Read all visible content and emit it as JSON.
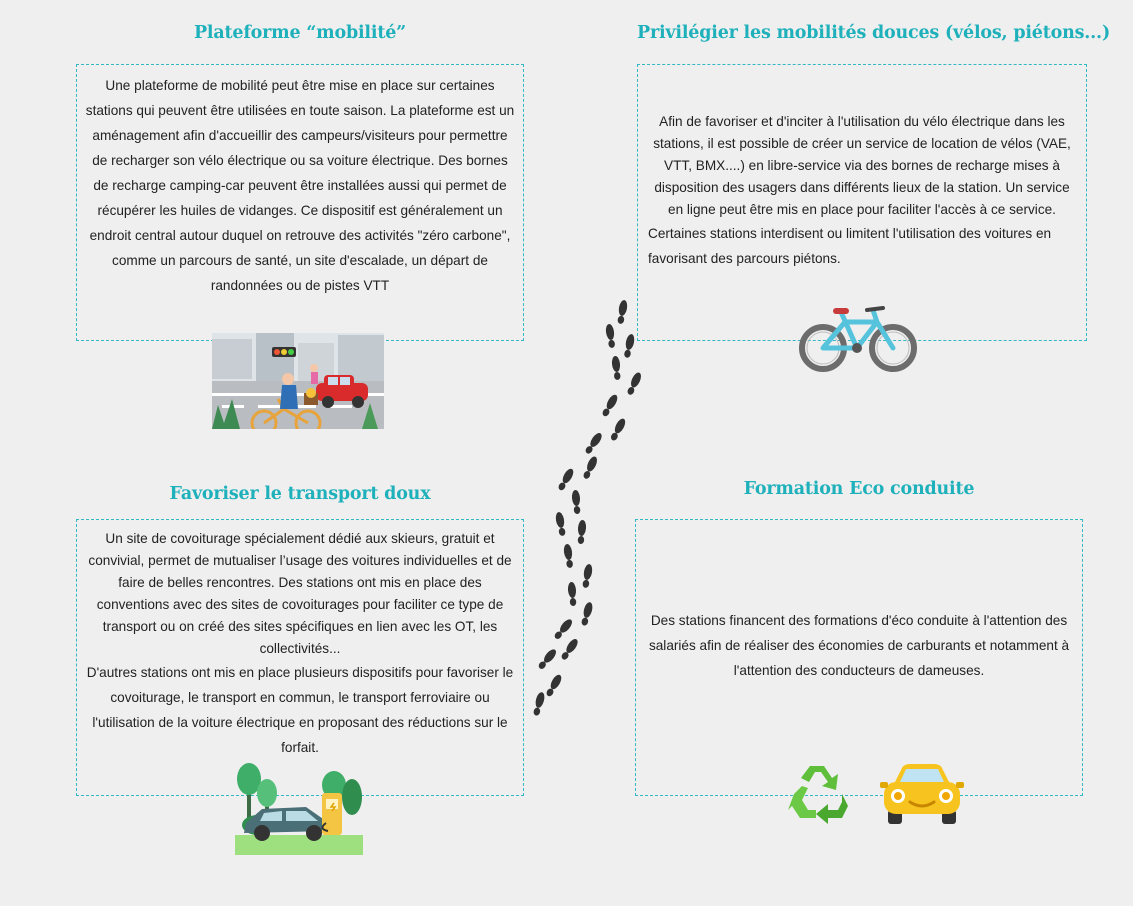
{
  "sections": {
    "plateforme": {
      "title": "Plateforme “mobilité”",
      "text": "Une plateforme de mobilité peut être mise en place sur certaines stations qui peuvent être utilisées en toute saison. La plateforme est un aménagement afin d'accueillir des campeurs/visiteurs pour permettre de recharger son vélo électrique ou sa voiture électrique. Des bornes de recharge camping-car peuvent être installées aussi qui permet de récupérer les huiles de vidanges. Ce dispositif est généralement un endroit central autour duquel on retrouve des activités \"zéro carbone\", comme un parcours de santé, un site d'escalade, un départ de randonnées ou de pistes VTT"
    },
    "douces": {
      "title": "Privilégier les mobilités douces (vélos, piétons...)",
      "text1": "Afin de favoriser et d'inciter à l'utilisation du vélo électrique dans les stations, il est possible de créer un service de location de vélos (VAE, VTT, BMX....)  en libre-service via des bornes de recharge mises à disposition des usagers dans différents lieux de la station. Un service en ligne peut être mis en place pour faciliter l'accès à ce service.",
      "text2": "Certaines stations interdisent ou limitent l'utilisation des voitures en favorisant des parcours piétons."
    },
    "transport": {
      "title": "Favoriser le transport doux",
      "text1": "Un site de covoiturage spécialement dédié aux skieurs, gratuit et convivial, permet de mutualiser l’usage des voitures individuelles et de faire de belles rencontres. Des stations ont mis en place des conventions avec des sites de covoiturages pour faciliter ce type de transport ou on créé des sites spécifiques en lien avec les OT, les collectivités...",
      "text2": "D'autres stations ont mis en place plusieurs dispositifs pour favoriser le covoiturage, le transport en commun, le transport ferroviaire ou l'utilisation de la voiture électrique en proposant des réductions sur le forfait."
    },
    "formation": {
      "title": "Formation Eco conduite",
      "text": "Des stations financent des formations d'éco conduite à l'attention des salariés afin de réaliser des économies de carburants et notamment à l'attention des conducteurs de dameuses."
    }
  },
  "colors": {
    "accent": "#1fb1bb",
    "border": "#34b8c4",
    "background": "#efefef"
  },
  "icons": [
    "street-scene-illustration",
    "bicycle-icon",
    "electric-car-charging-illustration",
    "recycle-icon",
    "yellow-car-icon",
    "footprints-path"
  ]
}
